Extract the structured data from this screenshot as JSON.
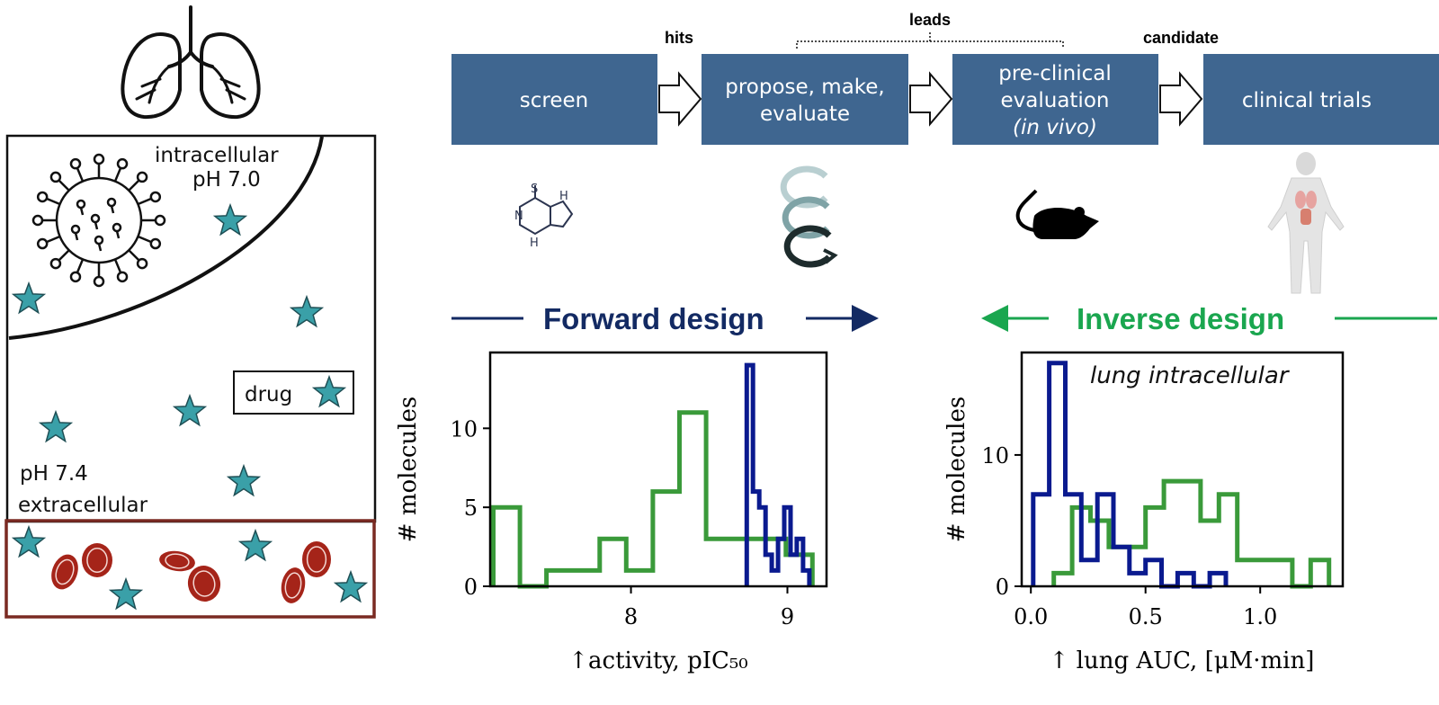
{
  "pipeline": {
    "stages": [
      {
        "label_lines": [
          "screen"
        ]
      },
      {
        "label_lines": [
          "propose, make,",
          "evaluate"
        ]
      },
      {
        "label_lines": [
          "pre-clinical",
          "evaluation",
          "(in vivo)"
        ]
      },
      {
        "label_lines": [
          "clinical trials"
        ]
      }
    ],
    "milestones": {
      "hits": "hits",
      "leads": "leads",
      "candidate": "candidate"
    },
    "stage_color": "#3f6690"
  },
  "cell_diagram": {
    "intracellular": "intracellular",
    "intracellular_ph": "pH 7.0",
    "extracellular_ph": "pH 7.4",
    "extracellular": "extracellular",
    "drug_label": "drug",
    "star_color": "#3aa0a8",
    "blood_cell_color": "#a52419",
    "blood_border_color": "#7a2a22"
  },
  "design": {
    "forward": "Forward design",
    "inverse": "Inverse design",
    "forward_color": "#132a63",
    "inverse_color": "#1aa64f"
  },
  "chart_data": [
    {
      "type": "histogram",
      "ylabel": "# molecules",
      "xlabel": "↑activity, pIC₅₀",
      "xticks": [
        8,
        9
      ],
      "yticks": [
        0,
        5,
        10
      ],
      "xlim": [
        7.1,
        9.25
      ],
      "ylim": [
        0,
        14.8
      ],
      "series": [
        {
          "color": "#3a9a3a",
          "edges": [
            7.12,
            7.29,
            7.46,
            7.63,
            7.8,
            7.97,
            8.14,
            8.31,
            8.48,
            8.65,
            8.82,
            8.99,
            9.16
          ],
          "counts": [
            5,
            0,
            1,
            1,
            3,
            1,
            6,
            11,
            3,
            3,
            3,
            2
          ]
        },
        {
          "color": "#0a1a8f",
          "edges": [
            8.74,
            8.78,
            8.82,
            8.86,
            8.9,
            8.94,
            8.98,
            9.02,
            9.06,
            9.1,
            9.14
          ],
          "counts": [
            14,
            6,
            5,
            2,
            1,
            3,
            5,
            2,
            3,
            1
          ]
        }
      ]
    },
    {
      "type": "histogram",
      "ylabel": "# molecules",
      "xlabel": "↑ lung AUC, [μM·min]",
      "annotation": "lung intracellular",
      "xticks": [
        0.0,
        0.5,
        1.0
      ],
      "yticks": [
        0,
        10
      ],
      "xlim": [
        -0.04,
        1.36
      ],
      "ylim": [
        0,
        17.8
      ],
      "series": [
        {
          "color": "#3a9a3a",
          "edges": [
            0.1,
            0.18,
            0.26,
            0.34,
            0.42,
            0.5,
            0.58,
            0.66,
            0.74,
            0.82,
            0.9,
            0.98,
            1.06,
            1.14,
            1.22,
            1.3
          ],
          "counts": [
            1,
            6,
            5,
            3,
            3,
            6,
            8,
            8,
            5,
            7,
            2,
            2,
            2,
            0,
            2
          ]
        },
        {
          "color": "#0a1a8f",
          "edges": [
            0.01,
            0.08,
            0.15,
            0.22,
            0.29,
            0.36,
            0.43,
            0.5,
            0.57,
            0.64,
            0.71,
            0.78,
            0.85
          ],
          "counts": [
            7,
            17,
            7,
            2,
            7,
            3,
            1,
            2,
            0,
            1,
            0,
            1
          ]
        }
      ]
    }
  ]
}
